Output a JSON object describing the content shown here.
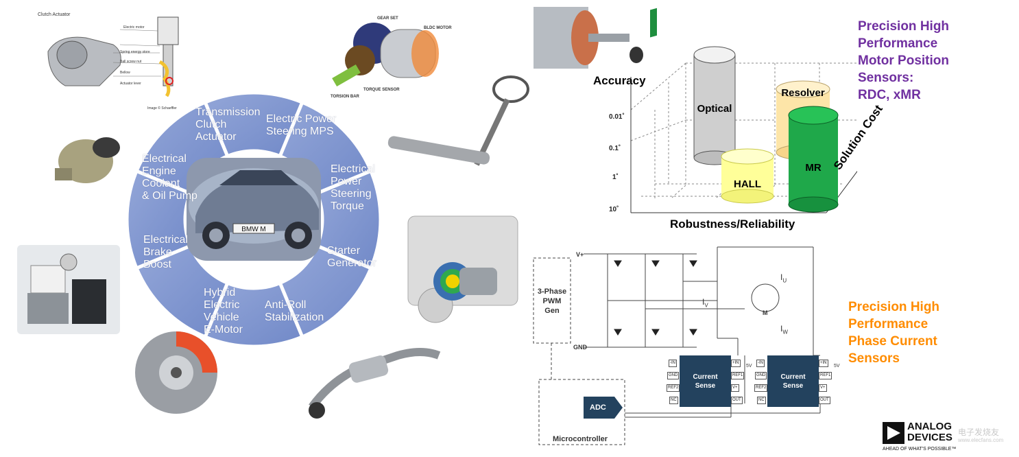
{
  "wheel": {
    "segments": [
      {
        "label": "Transmission\nClutch\nActuator"
      },
      {
        "label": "Electric Power\nSteering MPS"
      },
      {
        "label": "Electrical\nPower\nSteering\nTorque"
      },
      {
        "label": "Starter\nGenerator"
      },
      {
        "label": "Anti-Roll\nStabilization"
      },
      {
        "label": "Hybrid\nElectric\nVehicle\nE-Motor"
      },
      {
        "label": "Electrical\nBrake\nBoost"
      },
      {
        "label": "Electrical\nEngine\nCoolant\n& Oil Pump"
      }
    ],
    "center_plate": "BMW M"
  },
  "callouts": {
    "clutch_title": "Clutch Actuator",
    "clutch_parts": [
      "Electric motor",
      "Spring energy store",
      "Ball screw nut",
      "Bellow",
      "Actuator lever"
    ],
    "clutch_credit": "Image © Schaeffler",
    "eps_parts": [
      "GEAR SET",
      "BLDC MOTOR",
      "TORQUE SENSOR",
      "TORSION BAR"
    ]
  },
  "motor_sensors": {
    "title": "Precision High\nPerformance\nMotor Position\nSensors:\nRDC, xMR",
    "title_color": "#7030a0",
    "chart": {
      "y_axis_title": "Accuracy",
      "x_axis_title": "Robustness/Reliability",
      "z_axis_title": "Solution Cost",
      "y_ticks": [
        "0.01˚",
        "0.1˚",
        "1˚",
        "10˚"
      ],
      "cylinders": [
        {
          "name": "Optical",
          "color": "#d9d9d9"
        },
        {
          "name": "Resolver",
          "color": "#fde8b0"
        },
        {
          "name": "HALL",
          "color": "#ffff99"
        },
        {
          "name": "MR",
          "color": "#1fa84a"
        }
      ]
    }
  },
  "phase_current": {
    "title": "Precision High\nPerformance\nPhase Current\nSensors",
    "title_color": "#ff8c00",
    "circuit": {
      "pwm_gen": "3-Phase\nPWM\nGen",
      "vplus": "V+",
      "gnd": "GND",
      "current_sense": "Current\nSense",
      "iu": "I",
      "iu_sub": "U",
      "iv": "I",
      "iv_sub": "V",
      "iw": "I",
      "iw_sub": "W",
      "motor": "M",
      "adc": "ADC",
      "microcontroller": "Microcontroller",
      "five_v": "5V",
      "pins_left": [
        "-IN",
        "GND",
        "REF2",
        "NC"
      ],
      "pins_right": [
        "+IN",
        "REF1",
        "V+",
        "OUT"
      ]
    }
  },
  "logo": {
    "line1": "ANALOG",
    "line2": "DEVICES",
    "tagline": "AHEAD OF WHAT'S POSSIBLE™",
    "watermark": "电子发烧友",
    "watermark_url": "www.elecfans.com"
  }
}
